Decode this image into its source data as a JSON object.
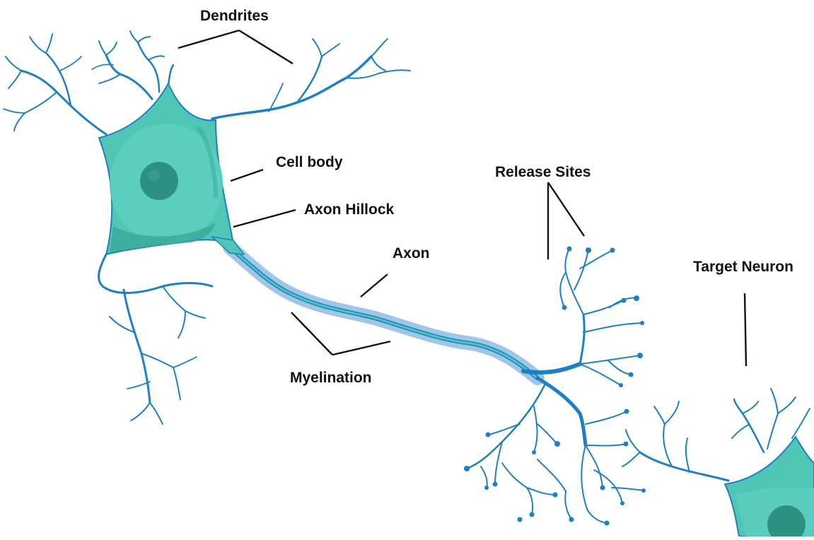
{
  "diagram": {
    "labels": {
      "dendrites": "Dendrites",
      "cell_body": "Cell body",
      "axon_hillock": "Axon Hillock",
      "axon": "Axon",
      "myelination": "Myelination",
      "release_sites": "Release Sites",
      "target_neuron": "Target Neuron"
    },
    "colors": {
      "soma_fill": "#4fc6b6",
      "soma_shade": "#3aa79a",
      "nucleus": "#2e8f83",
      "dendrite_stroke": "#1f7fc4",
      "myelin": "#7fb3e0",
      "label_text": "#111111"
    }
  }
}
